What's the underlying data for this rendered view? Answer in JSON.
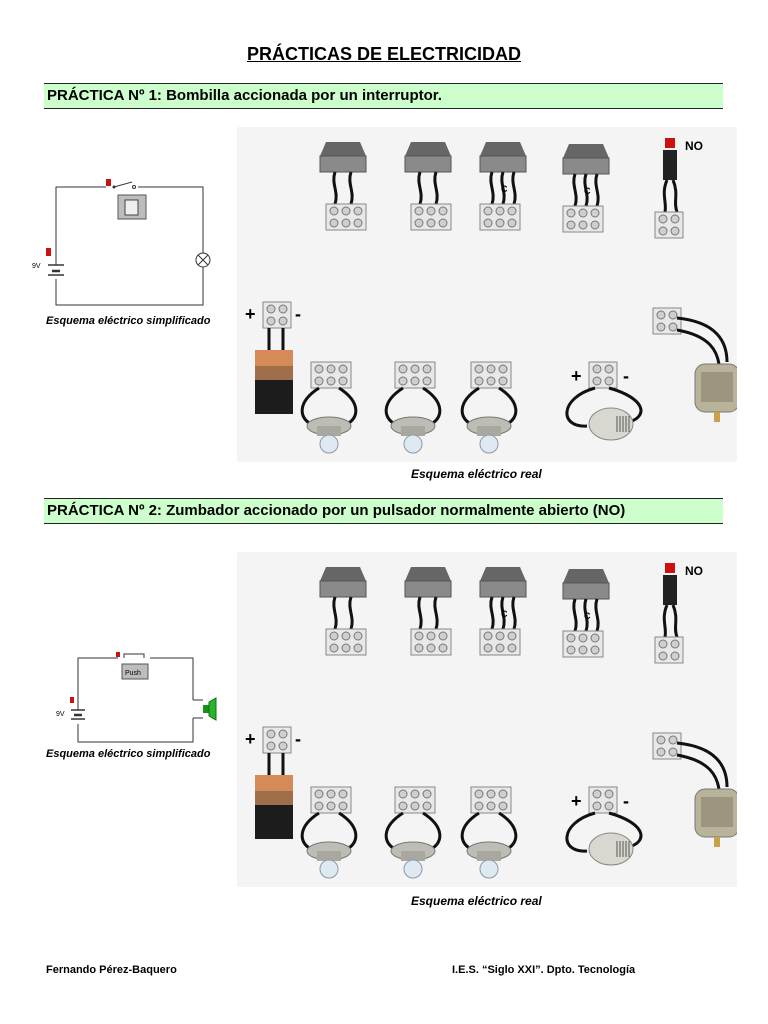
{
  "title": "PRÁCTICAS DE ELECTRICIDAD",
  "practice1": {
    "heading": "PRÁCTICA Nº 1: Bombilla accionada por un interruptor.",
    "schematic_caption": "Esquema eléctrico simplificado",
    "real_caption": "Esquema eléctrico real",
    "battery_voltage": "9V",
    "pushbutton_label": "NO",
    "plus": "+",
    "minus": "-",
    "c_label": "C"
  },
  "practice2": {
    "heading": "PRÁCTICA Nº 2: Zumbador accionado por un pulsador normalmente abierto (NO)",
    "schematic_caption": "Esquema eléctrico simplificado",
    "real_caption": "Esquema eléctrico real",
    "battery_voltage": "9V",
    "push_label": "Push",
    "pushbutton_label": "NO",
    "plus": "+",
    "minus": "-",
    "c_label": "C"
  },
  "footer": {
    "author": "Fernando Pérez-Baquero",
    "school": "I.E.S. “Siglo XXI”. Dpto. Tecnología"
  }
}
